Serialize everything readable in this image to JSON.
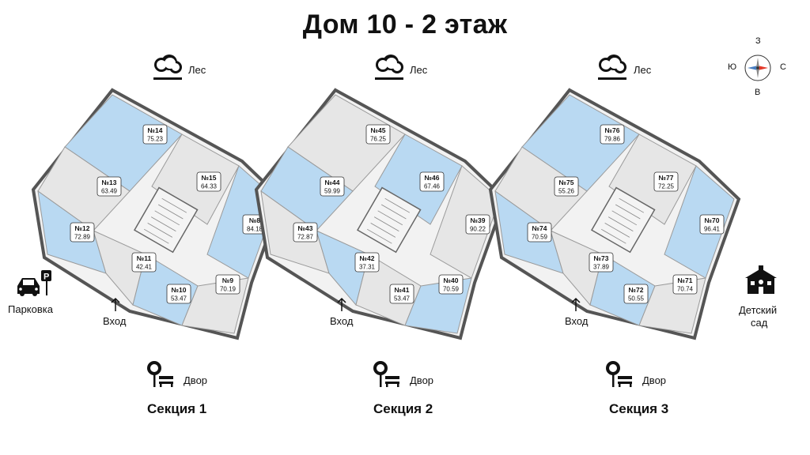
{
  "title": "Дом 10 - 2 этаж",
  "colors": {
    "blue": "#b9d9f2",
    "grey": "#e6e6e6",
    "wall": "#555555",
    "core": "#f4f4f4",
    "accent": "#e23a2b"
  },
  "labels": {
    "forest": "Лес",
    "yard": "Двор",
    "entrance": "Вход",
    "parking": "Парковка",
    "kindergarten": [
      "Детский",
      "сад"
    ]
  },
  "compass": {
    "north": "З",
    "south": "В",
    "west": "Ю",
    "east": "С"
  },
  "sections": [
    {
      "name": "Секция 1",
      "apartments": [
        {
          "no": "№14",
          "area": "75.23",
          "c": "b"
        },
        {
          "no": "№13",
          "area": "63.49",
          "c": "g"
        },
        {
          "no": "№15",
          "area": "64.33",
          "c": "g"
        },
        {
          "no": "№12",
          "area": "72.89",
          "c": "b"
        },
        {
          "no": "№8",
          "area": "84.18",
          "c": "b"
        },
        {
          "no": "№11",
          "area": "42.41",
          "c": "g"
        },
        {
          "no": "№10",
          "area": "53.47",
          "c": "b"
        },
        {
          "no": "№9",
          "area": "70.19",
          "c": "g"
        }
      ]
    },
    {
      "name": "Секция 2",
      "apartments": [
        {
          "no": "№45",
          "area": "76.25",
          "c": "g"
        },
        {
          "no": "№44",
          "area": "59.99",
          "c": "b"
        },
        {
          "no": "№46",
          "area": "67.46",
          "c": "b"
        },
        {
          "no": "№43",
          "area": "72.87",
          "c": "g"
        },
        {
          "no": "№39",
          "area": "90.22",
          "c": "g"
        },
        {
          "no": "№42",
          "area": "37.31",
          "c": "b"
        },
        {
          "no": "№41",
          "area": "53.47",
          "c": "g"
        },
        {
          "no": "№40",
          "area": "70.59",
          "c": "b"
        }
      ]
    },
    {
      "name": "Секция 3",
      "apartments": [
        {
          "no": "№76",
          "area": "79.86",
          "c": "b"
        },
        {
          "no": "№75",
          "area": "55.26",
          "c": "g"
        },
        {
          "no": "№77",
          "area": "72.25",
          "c": "g"
        },
        {
          "no": "№74",
          "area": "70.59",
          "c": "b"
        },
        {
          "no": "№70",
          "area": "96.41",
          "c": "b"
        },
        {
          "no": "№73",
          "area": "37.89",
          "c": "g"
        },
        {
          "no": "№72",
          "area": "50.55",
          "c": "b"
        },
        {
          "no": "№71",
          "area": "70.74",
          "c": "g"
        }
      ]
    }
  ]
}
